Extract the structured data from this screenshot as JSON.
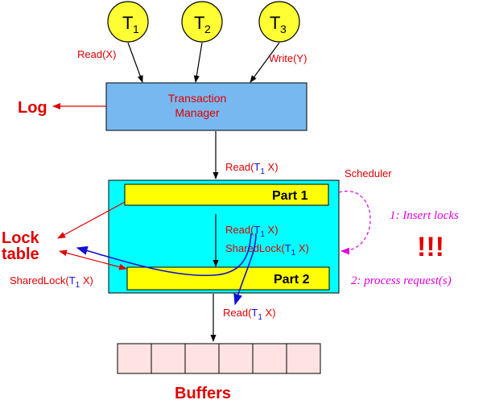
{
  "colors": {
    "red": "#e00000",
    "blue": "#1010d0",
    "magenta": "#e000e0",
    "tm_box": "#78b8f0",
    "scheduler_box": "#00ffff",
    "part_box": "#ffff00",
    "node_fill": "#ffff33",
    "buffer_fill": "#ffe2e2",
    "line": "#000000"
  },
  "transactions": [
    {
      "letter": "T",
      "sub": "1"
    },
    {
      "letter": "T",
      "sub": "2"
    },
    {
      "letter": "T",
      "sub": "3"
    }
  ],
  "requests": {
    "read_x": "Read(X)",
    "write_y": "Write(Y)"
  },
  "log": "Log",
  "transaction_manager": {
    "line1": "Transaction",
    "line2": "Manager"
  },
  "tm_to_sched": {
    "pre": "Read(",
    "t": "T",
    "sub": "1",
    "post": " X)"
  },
  "scheduler": {
    "label": "Scheduler",
    "part1": "Part  1",
    "part2": "Part  2",
    "inner_read": {
      "pre": "Read(",
      "t": "T",
      "sub": "1",
      "post": " X)"
    },
    "inner_lock": {
      "pre": "SharedLock(",
      "t": "T",
      "sub": "1",
      "post": " X)"
    }
  },
  "lock_table": {
    "line1": "Lock",
    "line2": "table"
  },
  "left_lock": {
    "pre": "SharedLock(",
    "t": "T",
    "sub": "1",
    "post": " X)"
  },
  "to_buffers": {
    "pre": "Read(",
    "t": "T",
    "sub": "1",
    "post": " X)"
  },
  "steps": {
    "insert": "1:  Insert locks",
    "process": "2: process request(s)",
    "exclaim": "!!!"
  },
  "buffers": {
    "label": "Buffers",
    "slots": 6
  }
}
